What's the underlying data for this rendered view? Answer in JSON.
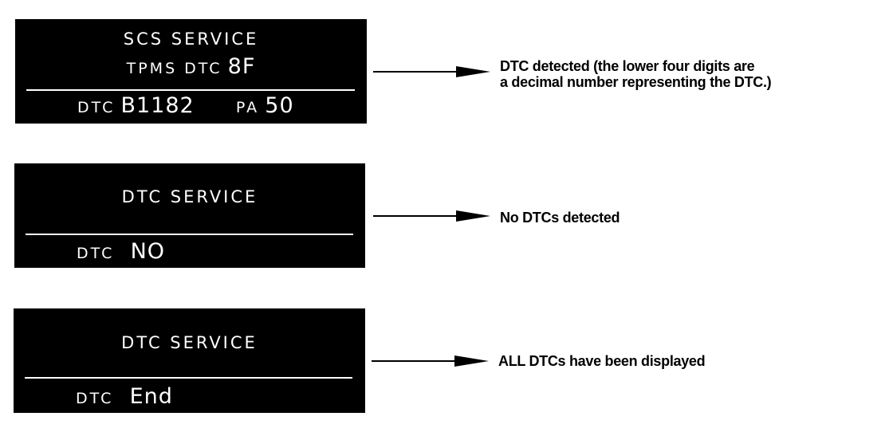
{
  "panels": [
    {
      "line1": "SCS SERVICE",
      "line2_prefix": "TPMS DTC",
      "line2_code": "8F",
      "bottom": [
        {
          "text": "DTC",
          "style": "small"
        },
        {
          "text": "B1182",
          "style": "big"
        },
        {
          "text": "PA",
          "style": "small"
        },
        {
          "text": "50",
          "style": "big"
        }
      ],
      "callout": [
        "DTC detected (the lower four digits are",
        "a decimal number representing the DTC.)"
      ]
    },
    {
      "line1": "DTC SERVICE",
      "bottom": [
        {
          "text": "DTC",
          "style": "small"
        },
        {
          "text": "NO",
          "style": "big"
        }
      ],
      "callout": [
        "No DTCs detected"
      ]
    },
    {
      "line1": "DTC SERVICE",
      "bottom": [
        {
          "text": "DTC",
          "style": "small"
        },
        {
          "text": "End",
          "style": "big"
        }
      ],
      "callout": [
        "ALL DTCs have been displayed"
      ]
    }
  ],
  "colors": {
    "panel_background": "#000000",
    "panel_text": "#ffffff",
    "annotation": "#000000"
  },
  "icons": [
    "arrow-right-icon"
  ]
}
